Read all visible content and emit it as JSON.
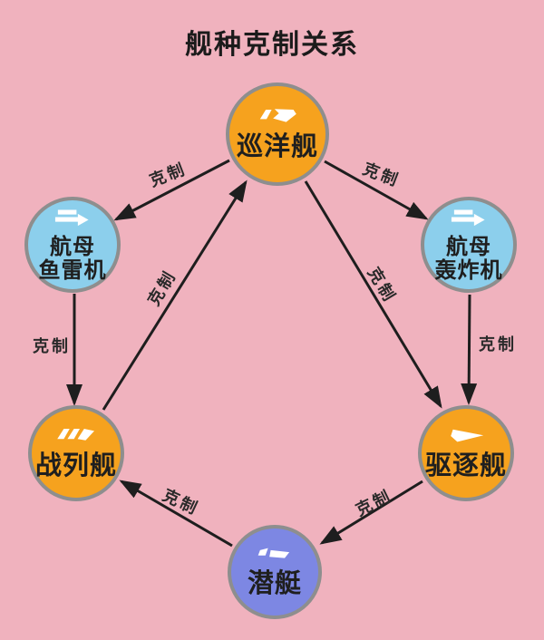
{
  "title": "舰种克制关系",
  "colors": {
    "background": "#f0b2be",
    "warship_orange": "#f6a21e",
    "carrier_blue": "#8ccfec",
    "submarine_purple": "#7d87e3",
    "node_border_gray": "#8e8e8e",
    "arrow_black": "#1e1e1e"
  },
  "nodes": {
    "cruiser": {
      "label": "巡洋舰"
    },
    "carrier_torpedo": {
      "line1": "航母",
      "line2": "鱼雷机"
    },
    "carrier_bomber": {
      "line1": "航母",
      "line2": "轰炸机"
    },
    "battleship": {
      "label": "战列舰"
    },
    "destroyer": {
      "label": "驱逐舰"
    },
    "submarine": {
      "label": "潜艇"
    }
  },
  "edges": [
    {
      "from": "巡洋舰",
      "to": "航母鱼雷机",
      "label": "克制"
    },
    {
      "from": "巡洋舰",
      "to": "航母轰炸机",
      "label": "克制"
    },
    {
      "from": "航母鱼雷机",
      "to": "战列舰",
      "label": "克制"
    },
    {
      "from": "航母轰炸机",
      "to": "驱逐舰",
      "label": "克制"
    },
    {
      "from": "战列舰",
      "to": "巡洋舰",
      "label": "克制"
    },
    {
      "from": "巡洋舰",
      "to": "驱逐舰",
      "label": "克制"
    },
    {
      "from": "潜艇",
      "to": "战列舰",
      "label": "克制"
    },
    {
      "from": "驱逐舰",
      "to": "潜艇",
      "label": "克制"
    }
  ]
}
